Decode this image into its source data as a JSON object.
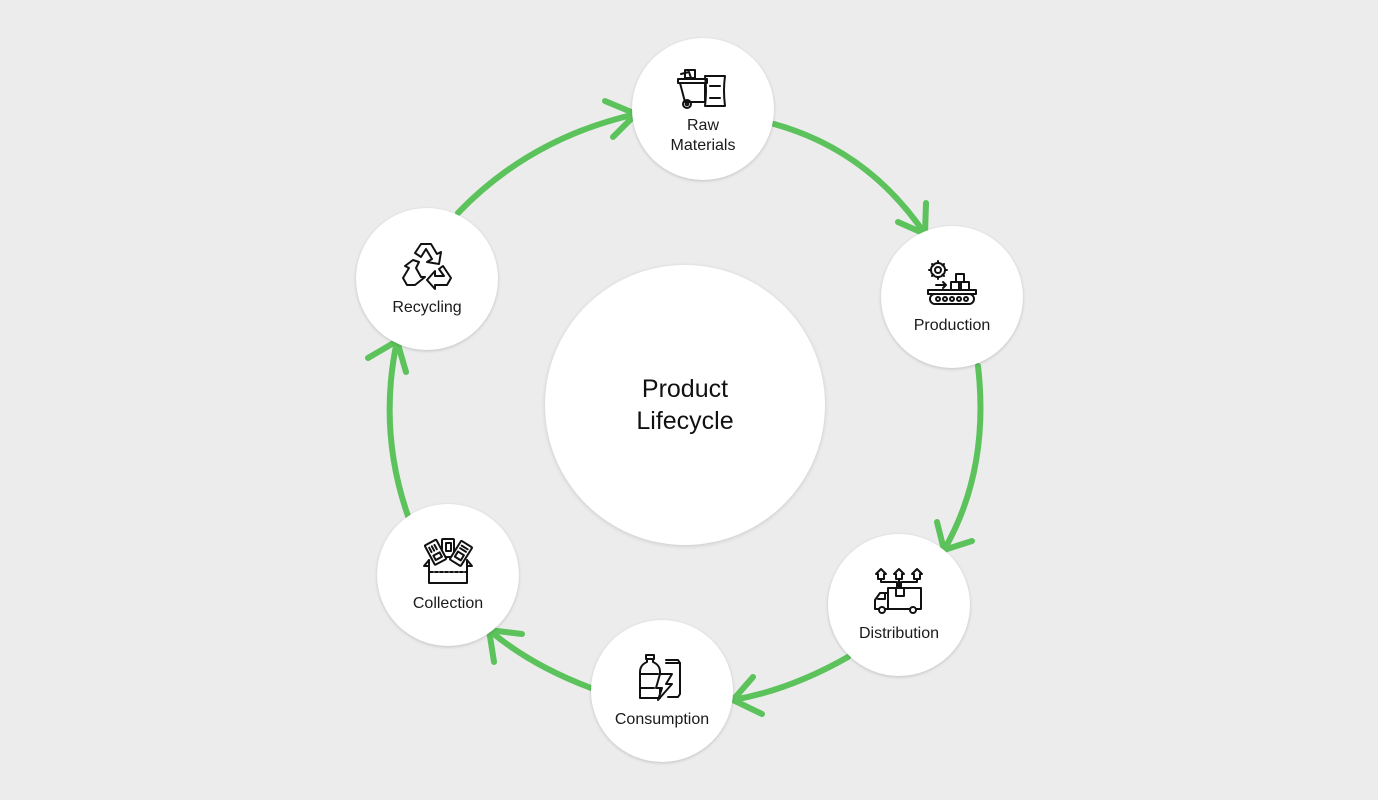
{
  "diagram": {
    "title": "Product\nLifecycle",
    "arrow_color": "#5cc35c",
    "stages": [
      {
        "id": "raw",
        "label": "Raw\nMaterials",
        "icon": "trash-cart-and-sack-icon"
      },
      {
        "id": "prod",
        "label": "Production",
        "icon": "conveyor-belt-gear-icon"
      },
      {
        "id": "dist",
        "label": "Distribution",
        "icon": "delivery-truck-icon"
      },
      {
        "id": "cons",
        "label": "Consumption",
        "icon": "bottle-and-can-icon"
      },
      {
        "id": "coll",
        "label": "Collection",
        "icon": "collection-box-icon"
      },
      {
        "id": "rec",
        "label": "Recycling",
        "icon": "recycle-icon"
      }
    ],
    "flow": [
      "raw",
      "prod",
      "dist",
      "cons",
      "coll",
      "rec",
      "raw"
    ]
  }
}
